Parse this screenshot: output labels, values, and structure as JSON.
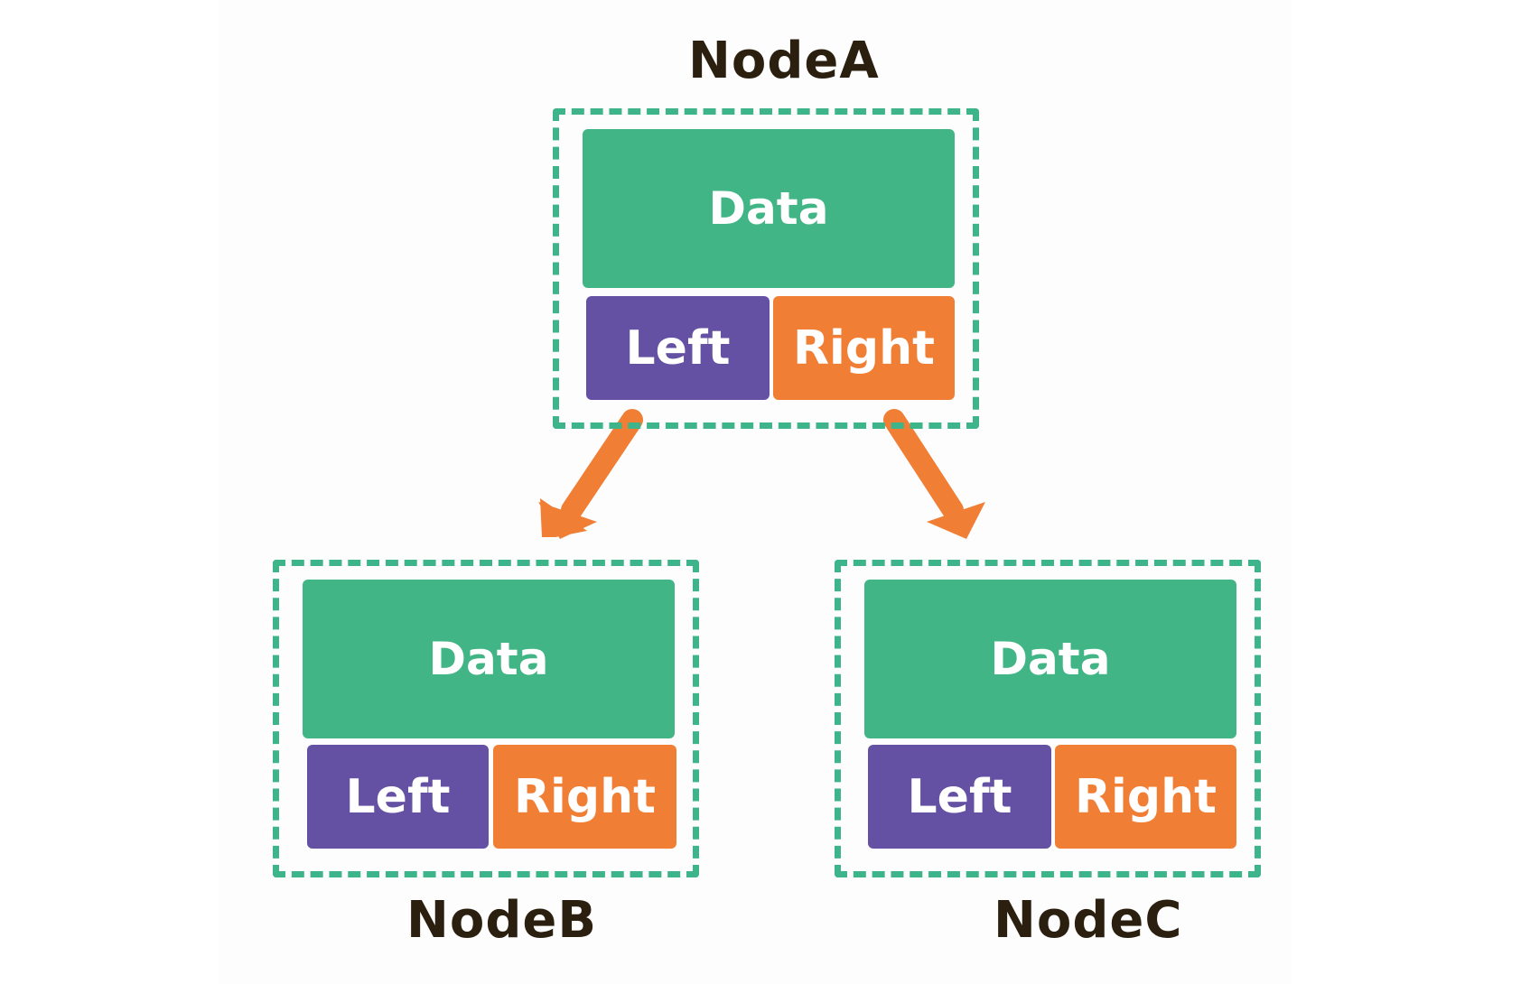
{
  "nodes": [
    {
      "name": "NodeA",
      "data_label": "Data",
      "left_label": "Left",
      "right_label": "Right"
    },
    {
      "name": "NodeB",
      "data_label": "Data",
      "left_label": "Left",
      "right_label": "Right"
    },
    {
      "name": "NodeC",
      "data_label": "Data",
      "left_label": "Left",
      "right_label": "Right"
    }
  ],
  "colors": {
    "data": "#41b585",
    "left": "#6551a3",
    "right": "#f07f35",
    "frame": "#3db489",
    "arrow": "#f07f35"
  }
}
